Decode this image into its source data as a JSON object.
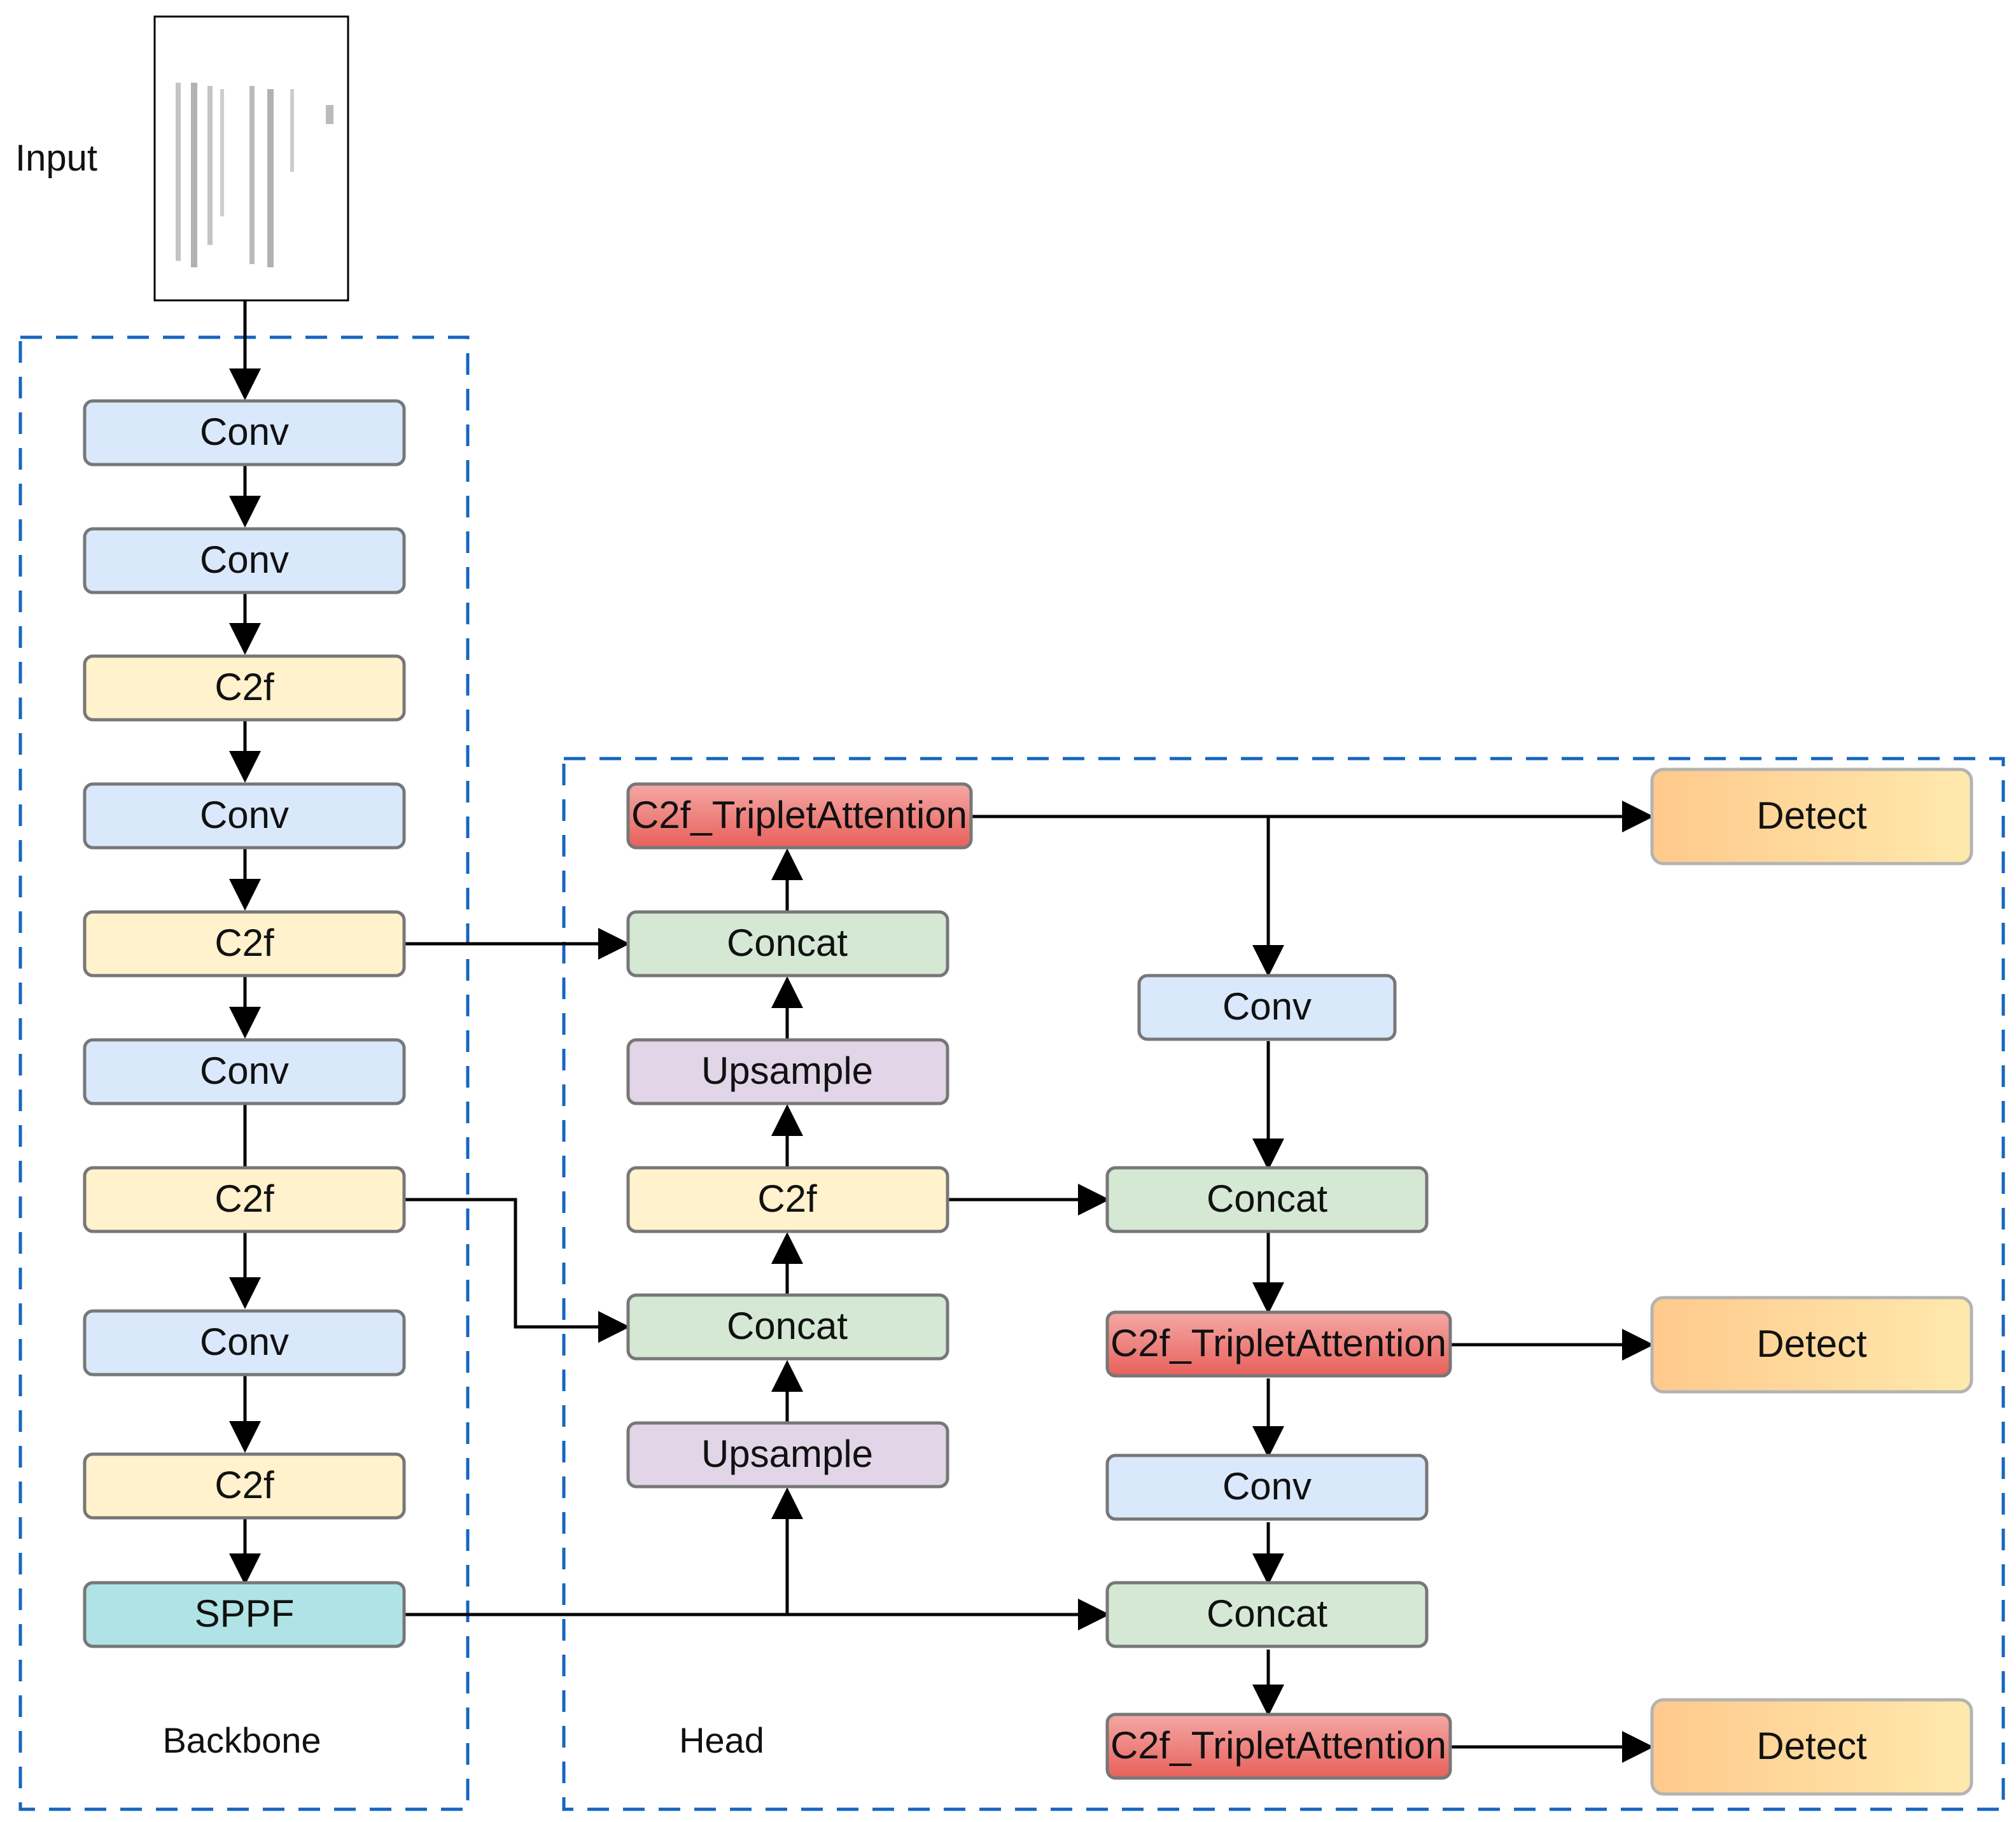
{
  "input": {
    "label": "Input"
  },
  "regions": {
    "backbone": {
      "label": "Backbone"
    },
    "head": {
      "label": "Head"
    }
  },
  "colors": {
    "conv": "#dae8fc",
    "c2f": "#fff2cc",
    "sppf": "#b0e3e6",
    "concat": "#d5e8d4",
    "upsample": "#e1d5e7",
    "triplet_top": "#f19c99",
    "triplet_bottom": "#ea6b66",
    "detect_left": "#ffcd91",
    "detect_right": "#ffe6a9",
    "node_border": "#777777",
    "region_border": "#1565c0",
    "arrow": "#000000"
  },
  "nodes": {
    "b_conv1": "Conv",
    "b_conv2": "Conv",
    "b_c2f1": "C2f",
    "b_conv3": "Conv",
    "b_c2f2": "C2f",
    "b_conv4": "Conv",
    "b_c2f3": "C2f",
    "b_conv5": "Conv",
    "b_c2f4": "C2f",
    "b_sppf": "SPPF",
    "h_upsample1": "Upsample",
    "h_concat1": "Concat",
    "h_c2f": "C2f",
    "h_upsample2": "Upsample",
    "h_concat2": "Concat",
    "h_triplet1": "C2f_TripletAttention",
    "h_conv1": "Conv",
    "h_concat3": "Concat",
    "h_triplet2": "C2f_TripletAttention",
    "h_conv2": "Conv",
    "h_concat4": "Concat",
    "h_triplet3": "C2f_TripletAttention",
    "detect1": "Detect",
    "detect2": "Detect",
    "detect3": "Detect"
  }
}
